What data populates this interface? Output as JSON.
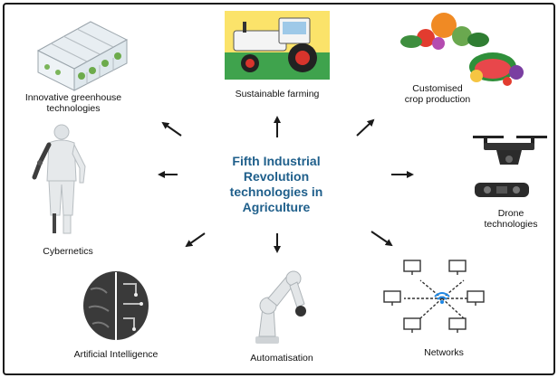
{
  "center_title": "Fifth Industrial Revolution technologies in Agriculture",
  "nodes": {
    "greenhouse": {
      "label_line1": "Innovative greenhouse",
      "label_line2": "technologies",
      "icon": "greenhouse-icon"
    },
    "sustainable": {
      "label": "Sustainable farming",
      "icon": "tractor-icon"
    },
    "crops": {
      "label_line1": "Customised",
      "label_line2": "crop production",
      "icon": "produce-icon"
    },
    "cybernetics": {
      "label": "Cybernetics",
      "icon": "cyborg-icon"
    },
    "drone": {
      "label_line1": "Drone",
      "label_line2": "technologies",
      "icon": "drone-icon"
    },
    "ai": {
      "label": "Artificial Intelligence",
      "icon": "brain-icon"
    },
    "automation": {
      "label": "Automatisation",
      "icon": "robot-arm-icon"
    },
    "networks": {
      "label": "Networks",
      "icon": "network-icon"
    }
  },
  "colors": {
    "title": "#1f5f8b",
    "arrow": "#1a1a1a",
    "network_center": "#1e88e5",
    "tractor_sky": "#fbe36a",
    "tractor_ground": "#3fa34d"
  }
}
